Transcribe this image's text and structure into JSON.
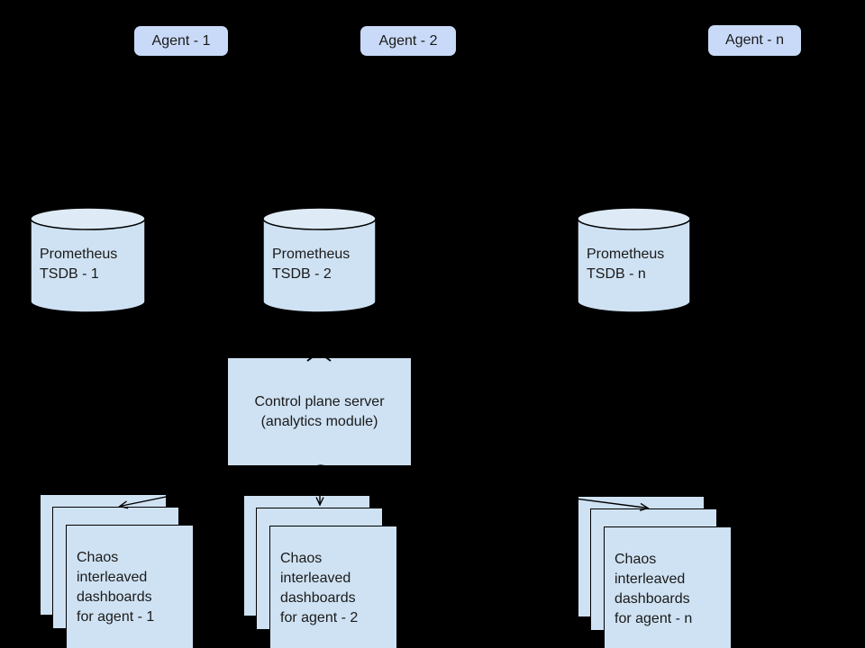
{
  "colors": {
    "background": "#000000",
    "agent_fill": "#c9daf8",
    "node_fill": "#cfe2f3",
    "cylinder_top_fill": "#deebf7",
    "outline": "#000000",
    "text": "#1a1a1a"
  },
  "agents": [
    {
      "label": "Agent - 1"
    },
    {
      "label": "Agent - 2"
    },
    {
      "label": "Agent - n"
    }
  ],
  "databases": [
    {
      "text": "Prometheus\nTSDB - 1"
    },
    {
      "text": "Prometheus\nTSDB - 2"
    },
    {
      "text": "Prometheus\nTSDB - n"
    }
  ],
  "control_plane": {
    "text": "Control plane server\n(analytics module)"
  },
  "dashboards": [
    {
      "text": "Chaos\ninterleaved\ndashboards\nfor agent - 1"
    },
    {
      "text": "Chaos\ninterleaved\ndashboards\nfor agent - 2"
    },
    {
      "text": "Chaos\ninterleaved\ndashboards\nfor agent - n"
    }
  ],
  "edges": [
    {
      "from": "prometheus-tsdb-2",
      "to": "control-plane-server"
    },
    {
      "from": "control-plane-server",
      "to": "dashboards-agent-1"
    },
    {
      "from": "control-plane-server",
      "to": "dashboards-agent-2"
    },
    {
      "from": "control-plane-server",
      "to": "dashboards-agent-n"
    }
  ]
}
